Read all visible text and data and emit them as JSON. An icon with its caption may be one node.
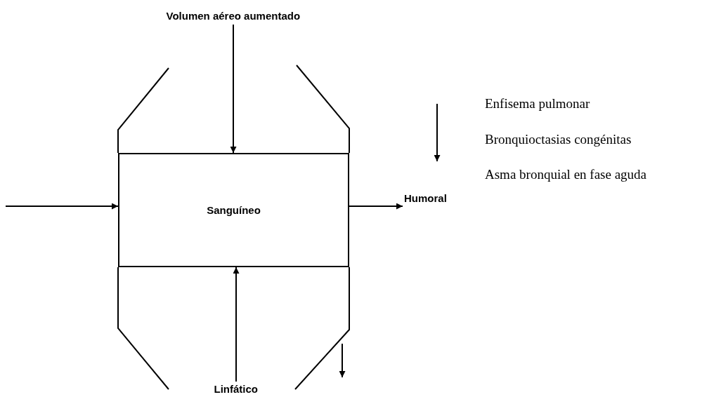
{
  "diagram": {
    "nodes": [
      {
        "text": [
          "Volumen aéreo aumentado"
        ]
      },
      {
        "text": [
          "Sanguíneo"
        ]
      },
      {
        "text": [
          "Humoral"
        ]
      },
      {
        "text": [
          "Linfático"
        ]
      }
    ],
    "edges": [
      {
        "from": 0,
        "to": 1,
        "arrow": "to"
      },
      {
        "from": null,
        "to": 1,
        "arrow": "to"
      },
      {
        "from": 1,
        "to": 2,
        "arrow": "to"
      },
      {
        "from": 3,
        "to": 1,
        "arrow": "to"
      }
    ],
    "labels": [
      "Enfisema pulmonar",
      "Bronquioctasias congénitas",
      "Asma bronquial en fase aguda"
    ]
  }
}
